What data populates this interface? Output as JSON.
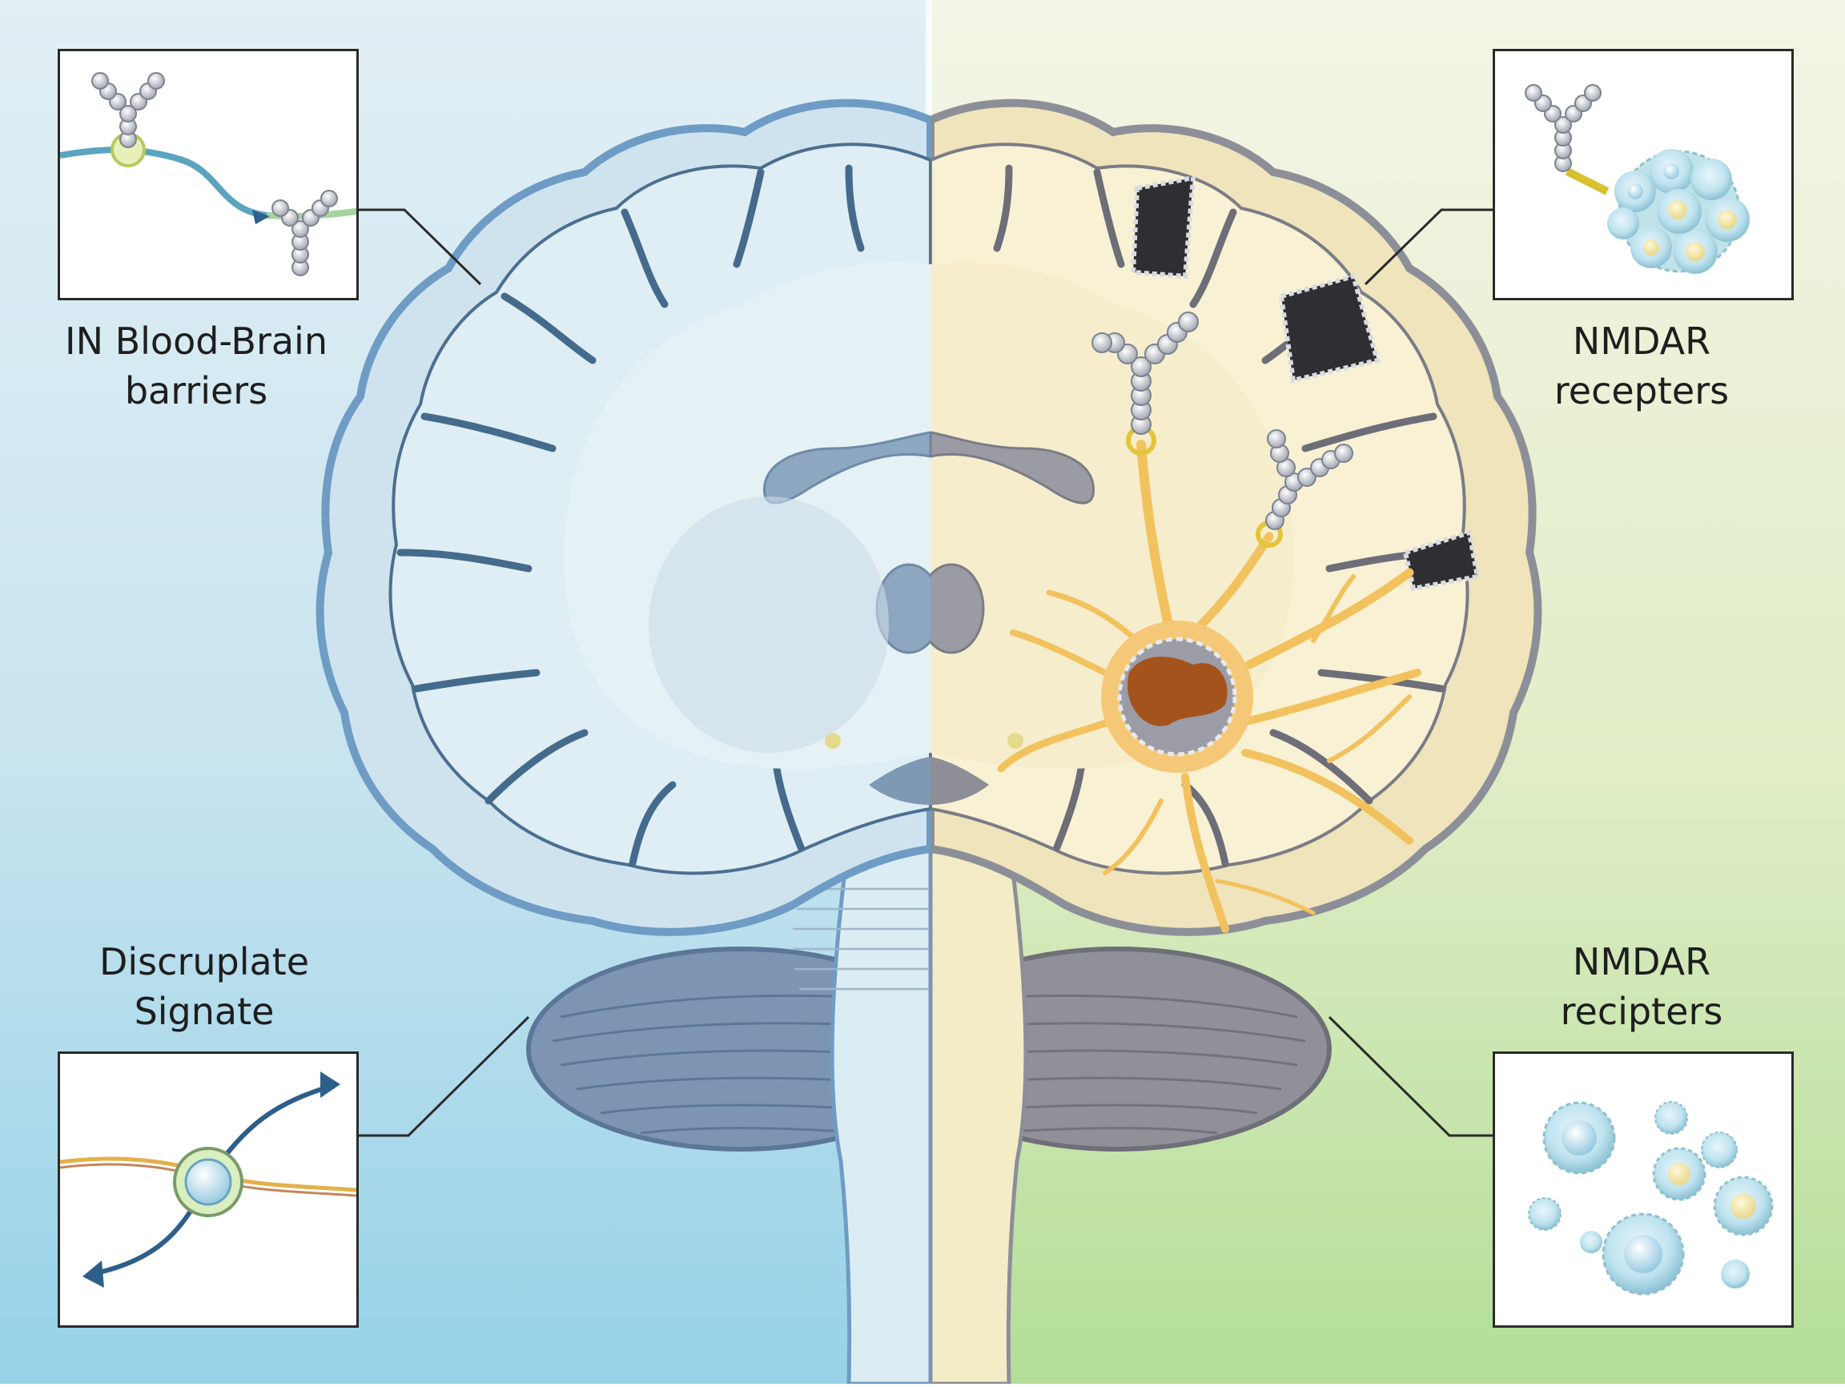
{
  "labels": {
    "top_left": [
      "IN Blood-Brain",
      "barriers"
    ],
    "bottom_left": [
      "Discruplate",
      "Signate"
    ],
    "top_right": [
      "NMDAR",
      "recepters"
    ],
    "bottom_right": [
      "NMDAR",
      "recipters"
    ]
  },
  "colors": {
    "left_background_top": "#dcecf4",
    "left_background_bottom": "#9fd6ea",
    "right_background_top": "#f1f4e2",
    "right_background_bottom": "#b7df9c",
    "left_brain_outline": "#6e9cc4",
    "left_brain_fill": "#d7e9f2",
    "right_brain_outline": "#8d8f98",
    "right_brain_fill": "#f7efcc",
    "neuron": "#f2c25e",
    "lesion": "#2f2f33",
    "antibody": "#b9bdc6"
  }
}
